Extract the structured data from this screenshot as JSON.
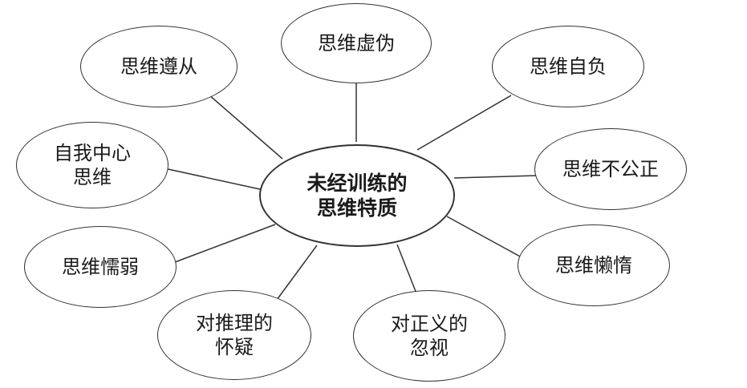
{
  "center": {
    "line1": "未经训练的",
    "line2": "思维特质"
  },
  "nodes": {
    "falsity": {
      "line1": "思维虚伪"
    },
    "conformity": {
      "line1": "思维遵从"
    },
    "arrogance": {
      "line1": "思维自负"
    },
    "egocentric": {
      "line1": "自我中心",
      "line2": "思维"
    },
    "unfair": {
      "line1": "思维不公正"
    },
    "cowardice": {
      "line1": "思维懦弱"
    },
    "laziness": {
      "line1": "思维懒惰"
    },
    "distrust_reason": {
      "line1": "对推理的",
      "line2": "怀疑"
    },
    "disregard_justice": {
      "line1": "对正义的",
      "line2": "忽视"
    }
  },
  "colors": {
    "stroke": "#333333",
    "text": "#1a1a1a",
    "background": "#ffffff"
  }
}
